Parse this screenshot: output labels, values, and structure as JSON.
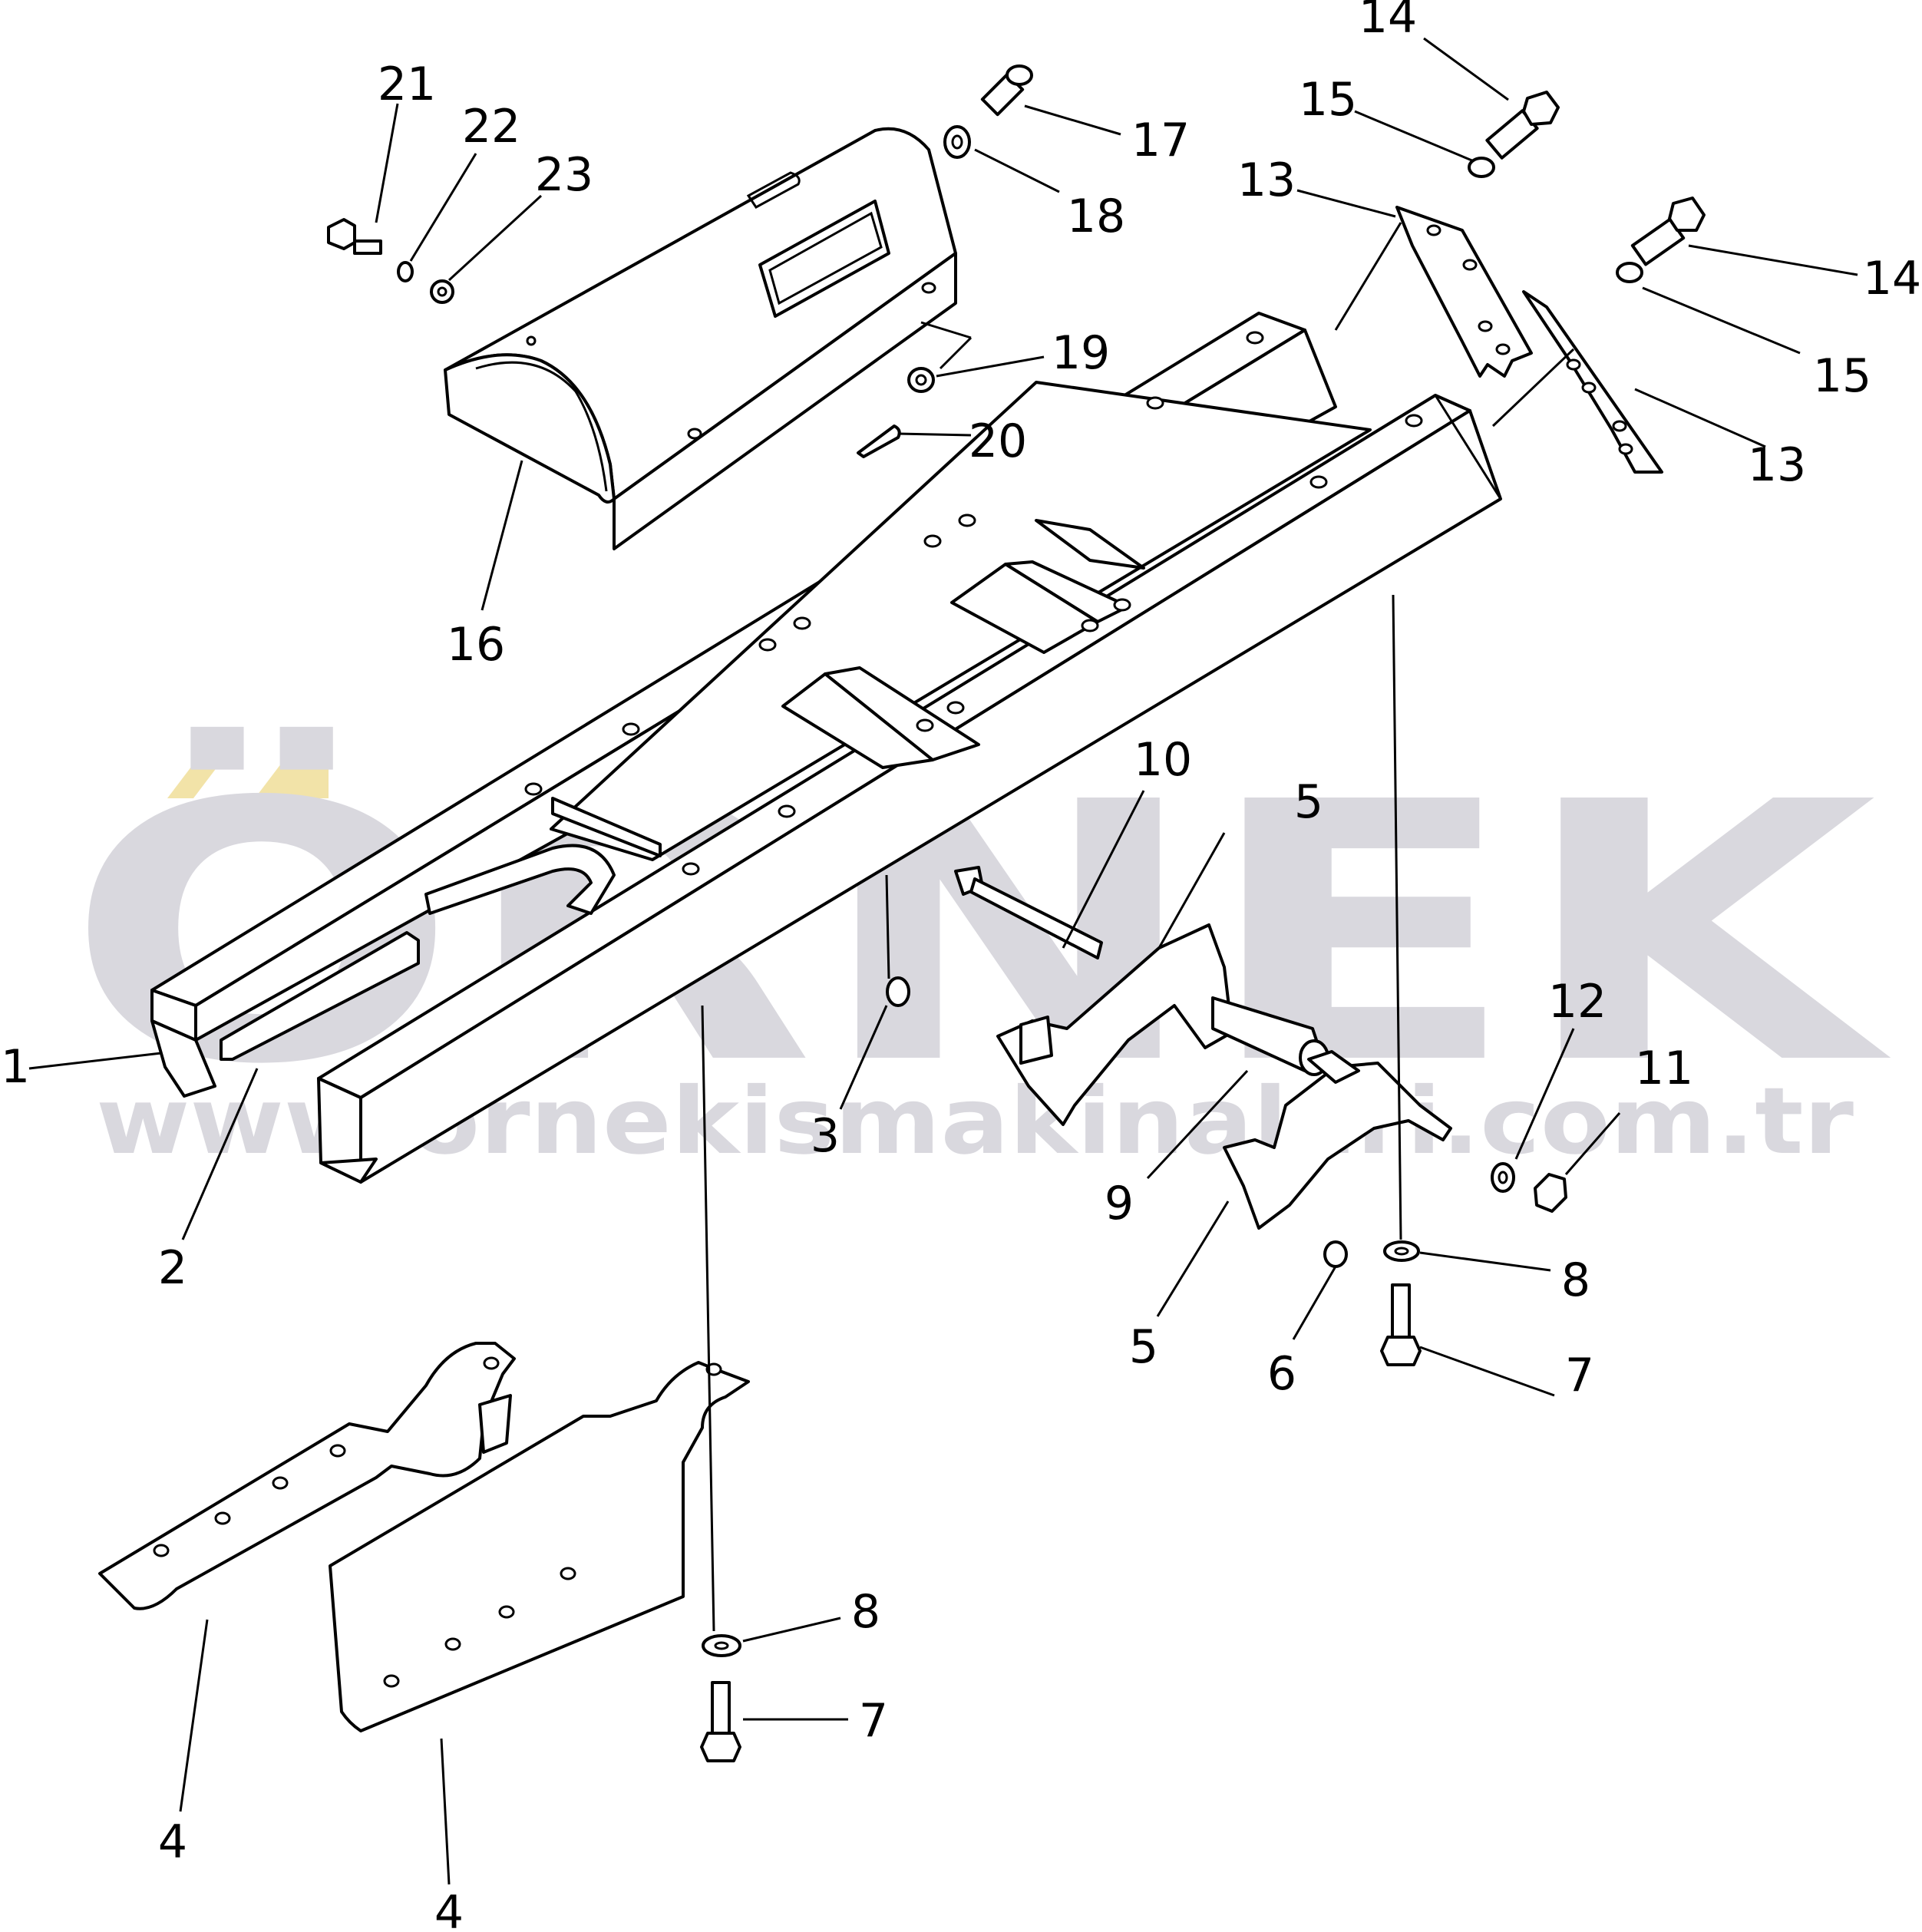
{
  "watermark": {
    "brand": "ÖRNEK",
    "url": "www.ornekismakinalari.com.tr",
    "brand_color": "#d9d8de",
    "accent_color": "#f2e3a8"
  },
  "callouts": {
    "c1": "1",
    "c2": "2",
    "c3": "3",
    "c4a": "4",
    "c4b": "4",
    "c5a": "5",
    "c5b": "5",
    "c6": "6",
    "c7a": "7",
    "c7b": "7",
    "c8a": "8",
    "c8b": "8",
    "c9": "9",
    "c10": "10",
    "c11": "11",
    "c12": "12",
    "c13a": "13",
    "c13b": "13",
    "c14a": "14",
    "c14b": "14",
    "c15a": "15",
    "c15b": "15",
    "c16": "16",
    "c17": "17",
    "c18": "18",
    "c19": "19",
    "c20": "20",
    "c21": "21",
    "c22": "22",
    "c23": "23"
  }
}
